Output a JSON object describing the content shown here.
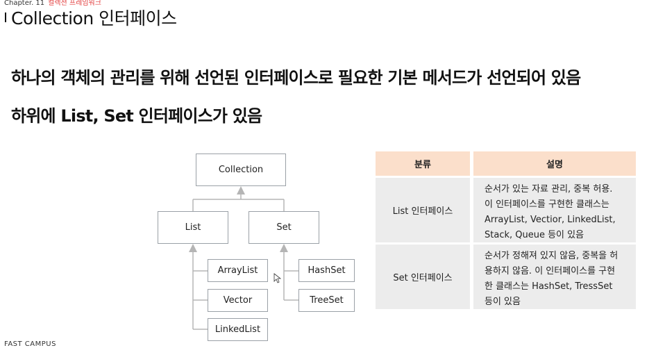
{
  "header": {
    "chapter": "Chapter. 11",
    "chapter_sub": "컬렉션 프레임워크"
  },
  "title": "Collection 인터페이스",
  "bullets": [
    "하나의 객체의 관리를 위해 선언된 인터페이스로 필요한 기본 메서드가 선언되어 있음",
    "하위에 List, Set 인터페이스가 있음"
  ],
  "diagram": {
    "root": "Collection",
    "list": "List",
    "set": "Set",
    "list_children": [
      "ArrayList",
      "Vector",
      "LinkedList"
    ],
    "set_children": [
      "HashSet",
      "TreeSet"
    ]
  },
  "table": {
    "headers": [
      "분류",
      "설명"
    ],
    "rows": [
      {
        "category": "List 인터페이스",
        "description": [
          "순서가 있는 자료 관리, 중복 허용.",
          "이 인터페이스를 구현한 클래스는",
          "ArrayList, Vectior, LinkedList,",
          "Stack, Queue 등이 있음"
        ]
      },
      {
        "category": "Set 인터페이스",
        "description": [
          "순서가 정해져 있지 않음, 중복을 허",
          "용하지 않음. 이 인터페이스를 구현",
          "한 클래스는 HashSet, TressSet",
          "등이 있음"
        ]
      }
    ]
  },
  "footer": "FAST CAMPUS",
  "colors": {
    "header_bg": "#fbdfcb",
    "cell_bg": "#ececec",
    "accent": "#e23b3b"
  }
}
